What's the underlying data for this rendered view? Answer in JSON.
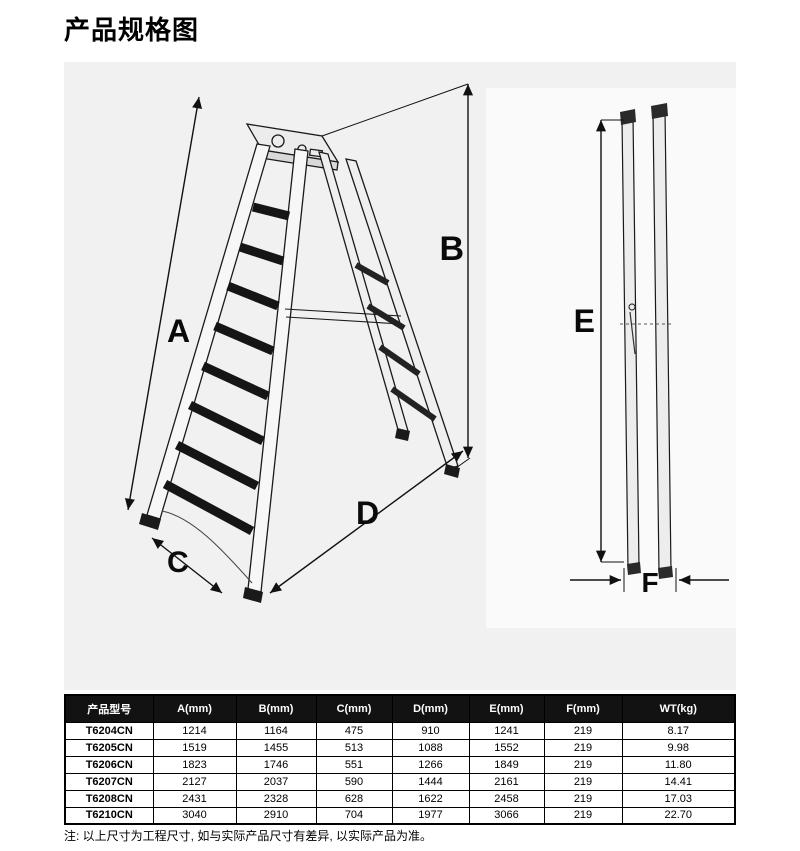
{
  "page": {
    "title": "产品规格图",
    "note": "注: 以上尺寸为工程尺寸, 如与实际产品尺寸有差异, 以实际产品为准。"
  },
  "diagram": {
    "labels": {
      "A": "A",
      "B": "B",
      "C": "C",
      "D": "D",
      "E": "E",
      "F": "F"
    }
  },
  "table": {
    "headers": [
      "产品型号",
      "A(mm)",
      "B(mm)",
      "C(mm)",
      "D(mm)",
      "E(mm)",
      "F(mm)",
      "WT(kg)"
    ],
    "rows": [
      [
        "T6204CN",
        "1214",
        "1164",
        "475",
        "910",
        "1241",
        "219",
        "8.17"
      ],
      [
        "T6205CN",
        "1519",
        "1455",
        "513",
        "1088",
        "1552",
        "219",
        "9.98"
      ],
      [
        "T6206CN",
        "1823",
        "1746",
        "551",
        "1266",
        "1849",
        "219",
        "11.80"
      ],
      [
        "T6207CN",
        "2127",
        "2037",
        "590",
        "1444",
        "2161",
        "219",
        "14.41"
      ],
      [
        "T6208CN",
        "2431",
        "2328",
        "628",
        "1622",
        "2458",
        "219",
        "17.03"
      ],
      [
        "T6210CN",
        "3040",
        "2910",
        "704",
        "1977",
        "3066",
        "219",
        "22.70"
      ]
    ]
  }
}
